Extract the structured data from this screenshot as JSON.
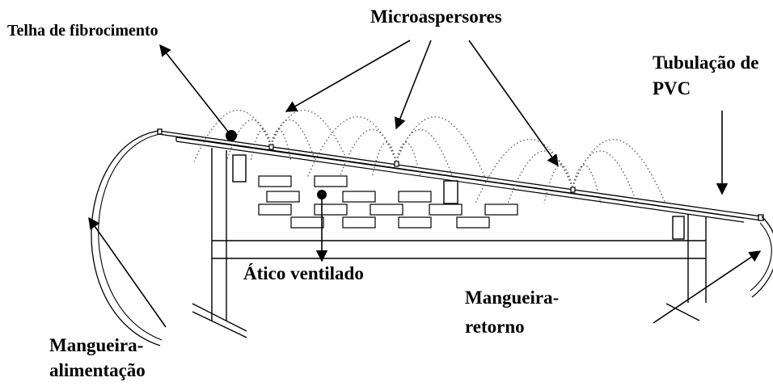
{
  "labels": {
    "telha": "Telha de fibrocimento",
    "microaspersores": "Microaspersores",
    "tubulacao_l1": "Tubulação de",
    "tubulacao_l2": "PVC",
    "atico": "Ático ventilado",
    "mang_ret_l1": "Mangueira-",
    "mang_ret_l2": "retorno",
    "mang_ali_l1": "Mangueira-",
    "mang_ali_l2": "alimentação"
  },
  "colors": {
    "ink": "#000000",
    "background": "#ffffff",
    "spray": "#555555"
  }
}
